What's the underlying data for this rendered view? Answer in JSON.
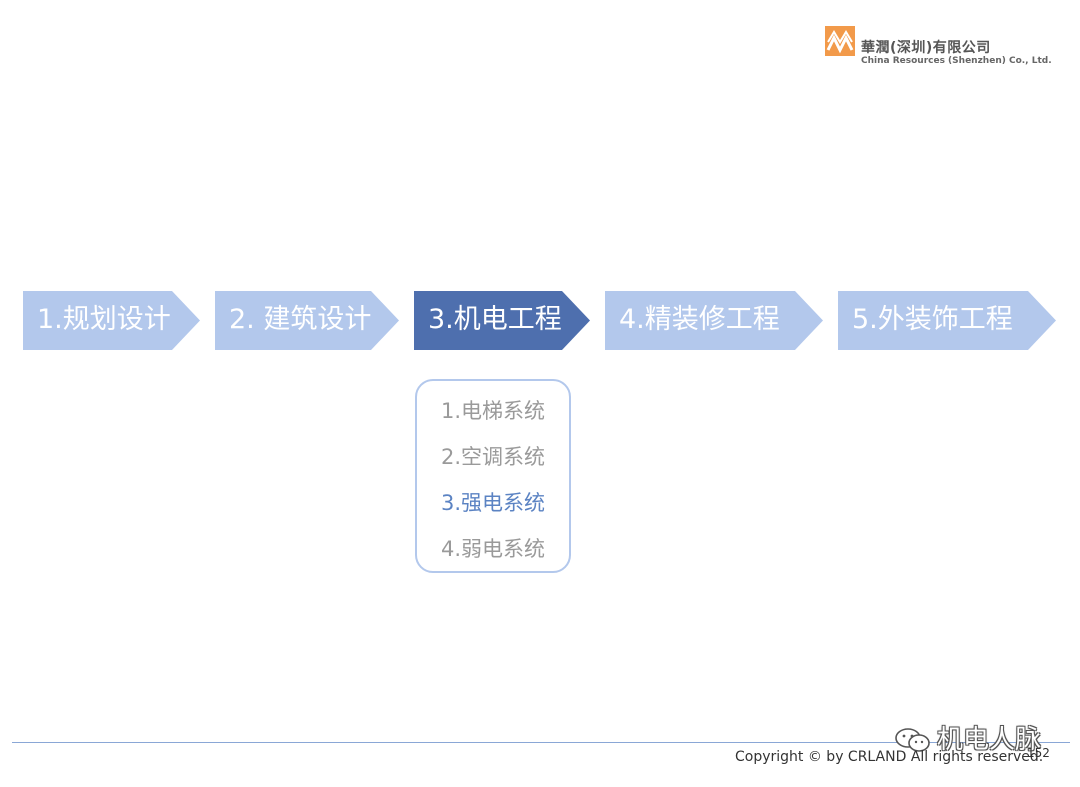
{
  "logo": {
    "name_cn": "華潤(深圳)有限公司",
    "name_en": "China Resources (Shenzhen) Co., Ltd.",
    "brand_color": "#f29a4a"
  },
  "steps": [
    {
      "label": "1.规划设计",
      "active": false
    },
    {
      "label": "2. 建筑设计",
      "active": false
    },
    {
      "label": "3.机电工程",
      "active": true
    },
    {
      "label": "4.精装修工程",
      "active": false
    },
    {
      "label": "5.外装饰工程",
      "active": false
    }
  ],
  "sublist": [
    {
      "label": "1.电梯系统",
      "active": false
    },
    {
      "label": "2.空调系统",
      "active": false
    },
    {
      "label": "3.强电系统",
      "active": true
    },
    {
      "label": "4.弱电系统",
      "active": false
    }
  ],
  "colors": {
    "step_inactive": "#b3c8ec",
    "step_active": "#4e6fae",
    "sub_active": "#5b83c3",
    "sub_inactive": "#9a9a9a"
  },
  "watermark": {
    "text": "机电人脉",
    "icon": "wechat-icon"
  },
  "footer": {
    "copyright": "Copyright © by CRLAND All rights reserved.",
    "page_number": "152"
  }
}
